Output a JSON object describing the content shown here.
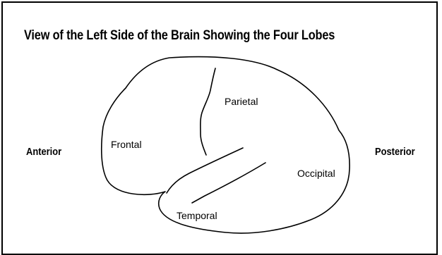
{
  "title": "View of the Left Side of the Brain Showing the Four Lobes",
  "sides": {
    "anterior": "Anterior",
    "posterior": "Posterior"
  },
  "lobes": {
    "frontal": "Frontal",
    "parietal": "Parietal",
    "occipital": "Occipital",
    "temporal": "Temporal"
  }
}
